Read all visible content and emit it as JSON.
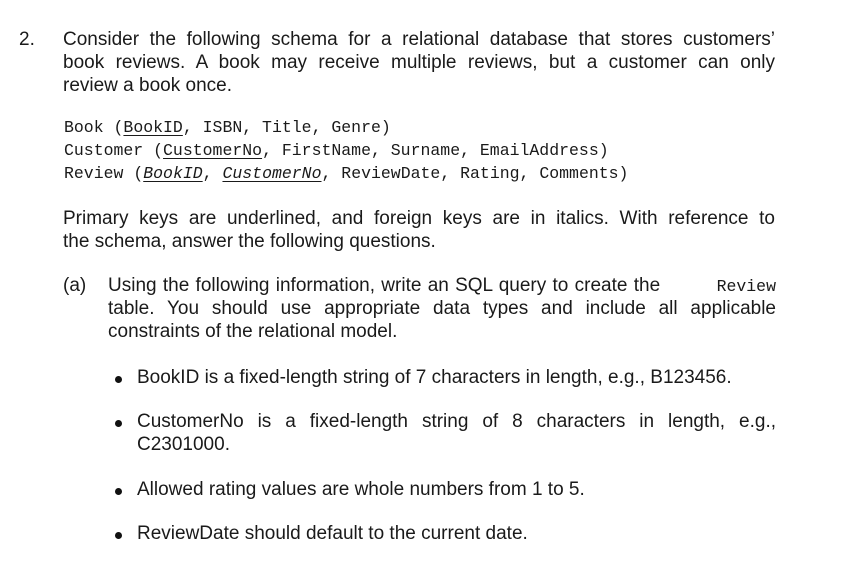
{
  "question": {
    "number": "2.",
    "intro_lines": [
      "Consider the following schema for a relational database that stores customers’",
      "book reviews. A book may receive multiple reviews, but a customer can only",
      "review a book once."
    ],
    "schema": {
      "book": {
        "table": "Book",
        "open": " (",
        "pk": "BookID",
        "rest": ", ISBN, Title, Genre)"
      },
      "customer": {
        "table": "Customer",
        "open": " (",
        "pk": "CustomerNo",
        "rest": ", FirstName, Surname, EmailAddress)"
      },
      "review": {
        "table": "Review",
        "open": " (",
        "fk1": "BookID",
        "sep": ", ",
        "fk2": "CustomerNo",
        "rest": ", ReviewDate, Rating, Comments)"
      }
    },
    "note_lines": [
      "Primary keys are underlined, and foreign keys are in italics. With reference to",
      "the schema, answer the following questions."
    ],
    "part_a": {
      "label": "(a)",
      "line1_text": "Using the following information, write an SQL query to create the ",
      "line1_code": "Review",
      "line2": "table.  You should use appropriate data types and include all applicable",
      "line3": "constraints of the relational model.",
      "bullets": [
        {
          "lines": [
            "BookID is a fixed-length string of 7 characters in length, e.g., B123456."
          ]
        },
        {
          "lines": [
            "CustomerNo is a fixed-length string of 8 characters in length, e.g.,",
            "C2301000."
          ]
        },
        {
          "lines": [
            "Allowed rating values are whole numbers from 1 to 5."
          ]
        },
        {
          "lines": [
            "ReviewDate should default to the current date."
          ]
        }
      ]
    }
  }
}
